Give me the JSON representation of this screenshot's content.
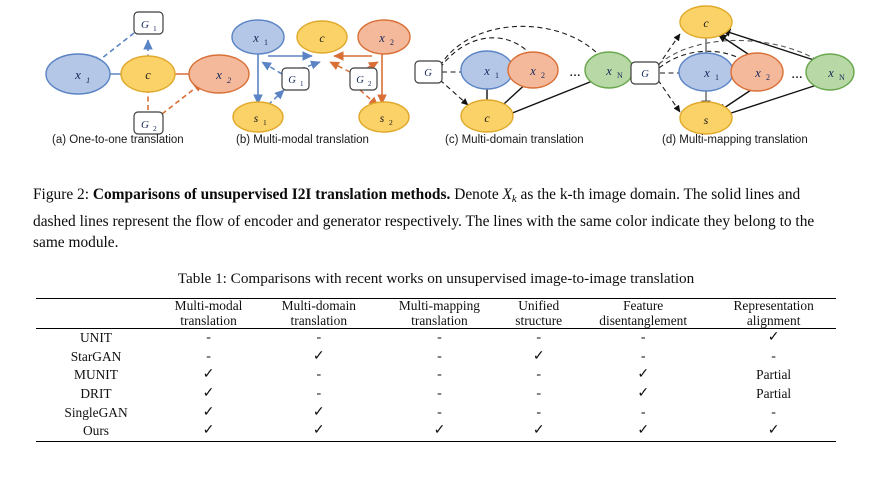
{
  "figure": {
    "subcaptions": {
      "a": "(a) One-to-one translation",
      "b": "(b) Multi-modal translation",
      "c": "(c) Multi-domain translation",
      "d": "(d) Multi-mapping translation"
    },
    "node_labels": {
      "x1": "x",
      "x1_sub": "1",
      "x2": "x",
      "x2_sub": "2",
      "xN": "x",
      "xN_sub": "N",
      "c": "c",
      "s": "s",
      "s1_sub": "1",
      "s2_sub": "2",
      "G": "G",
      "G1_sub": "1",
      "G2_sub": "2",
      "ellipsis": "..."
    },
    "colors": {
      "blue_fill": "#b4c7e7",
      "blue_stroke": "#5b84c4",
      "yellow_fill": "#fbd267",
      "yellow_stroke": "#e0a92c",
      "orange_fill": "#f4b89a",
      "orange_stroke": "#d96f36",
      "green_fill": "#b8d8a6",
      "green_stroke": "#6aa84f",
      "box_stroke": "#3f3f3f",
      "black": "#000000"
    },
    "caption": {
      "label": "Figure 2:",
      "bold_title": "Comparisons of unsupervised I2I translation methods.",
      "text_part1": "Denote ",
      "math_symbol": "X",
      "math_sub": "k",
      "text_part2": " as the k-th image domain. The solid lines and dashed lines represent the flow of encoder and generator respectively. The lines with the same color indicate they belong to the same module."
    }
  },
  "table": {
    "caption": "Table 1: Comparisons with recent works on unsupervised image-to-image translation",
    "columns": [
      {
        "line1": "",
        "line2": ""
      },
      {
        "line1": "Multi-modal",
        "line2": "translation"
      },
      {
        "line1": "Multi-domain",
        "line2": "translation"
      },
      {
        "line1": "Multi-mapping",
        "line2": "translation"
      },
      {
        "line1": "Unified",
        "line2": "structure"
      },
      {
        "line1": "Feature",
        "line2": "disentanglement"
      },
      {
        "line1": "Representation",
        "line2": "alignment"
      }
    ],
    "check": "✓",
    "dash": "-",
    "rows": [
      {
        "method": "UNIT",
        "cells": [
          "-",
          "-",
          "-",
          "-",
          "-",
          "✓"
        ]
      },
      {
        "method": "StarGAN",
        "cells": [
          "-",
          "✓",
          "-",
          "✓",
          "-",
          "-"
        ]
      },
      {
        "method": "MUNIT",
        "cells": [
          "✓",
          "-",
          "-",
          "-",
          "✓",
          "Partial"
        ]
      },
      {
        "method": "DRIT",
        "cells": [
          "✓",
          "-",
          "-",
          "-",
          "✓",
          "Partial"
        ]
      },
      {
        "method": "SingleGAN",
        "cells": [
          "✓",
          "✓",
          "-",
          "-",
          "-",
          "-"
        ]
      },
      {
        "method": "Ours",
        "cells": [
          "✓",
          "✓",
          "✓",
          "✓",
          "✓",
          "✓"
        ]
      }
    ]
  }
}
